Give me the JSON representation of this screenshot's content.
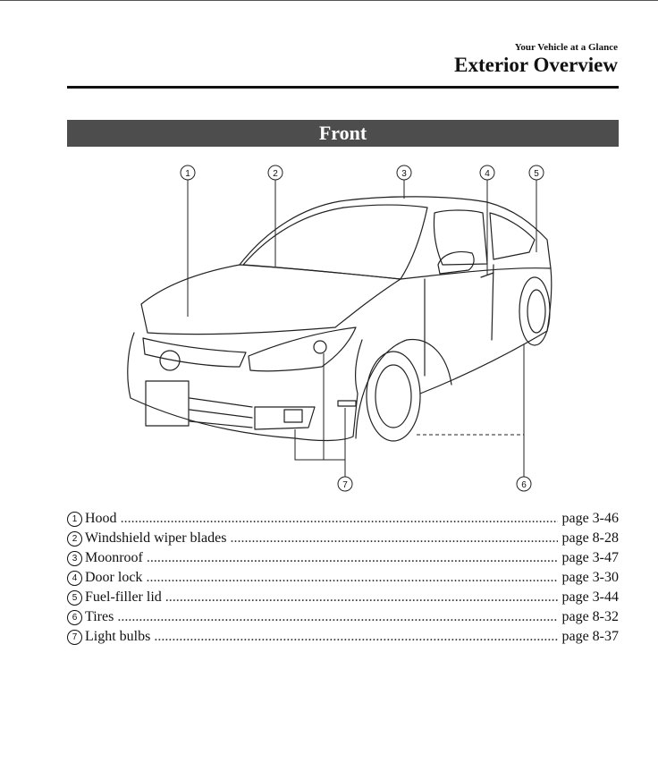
{
  "header": {
    "section": "Your Vehicle at a Glance",
    "title": "Exterior Overview"
  },
  "banner": {
    "label": "Front"
  },
  "callouts": [
    "1",
    "2",
    "3",
    "4",
    "5",
    "6",
    "7"
  ],
  "index": [
    {
      "num": "1",
      "label": "Hood",
      "page": "page 3-46"
    },
    {
      "num": "2",
      "label": "Windshield wiper blades",
      "page": "page 8-28"
    },
    {
      "num": "3",
      "label": "Moonroof",
      "page": "page 3-47"
    },
    {
      "num": "4",
      "label": "Door lock",
      "page": "page 3-30"
    },
    {
      "num": "5",
      "label": "Fuel-filler lid",
      "page": "page 3-44"
    },
    {
      "num": "6",
      "label": "Tires",
      "page": "page 8-32"
    },
    {
      "num": "7",
      "label": "Light bulbs",
      "page": "page 8-37"
    }
  ]
}
